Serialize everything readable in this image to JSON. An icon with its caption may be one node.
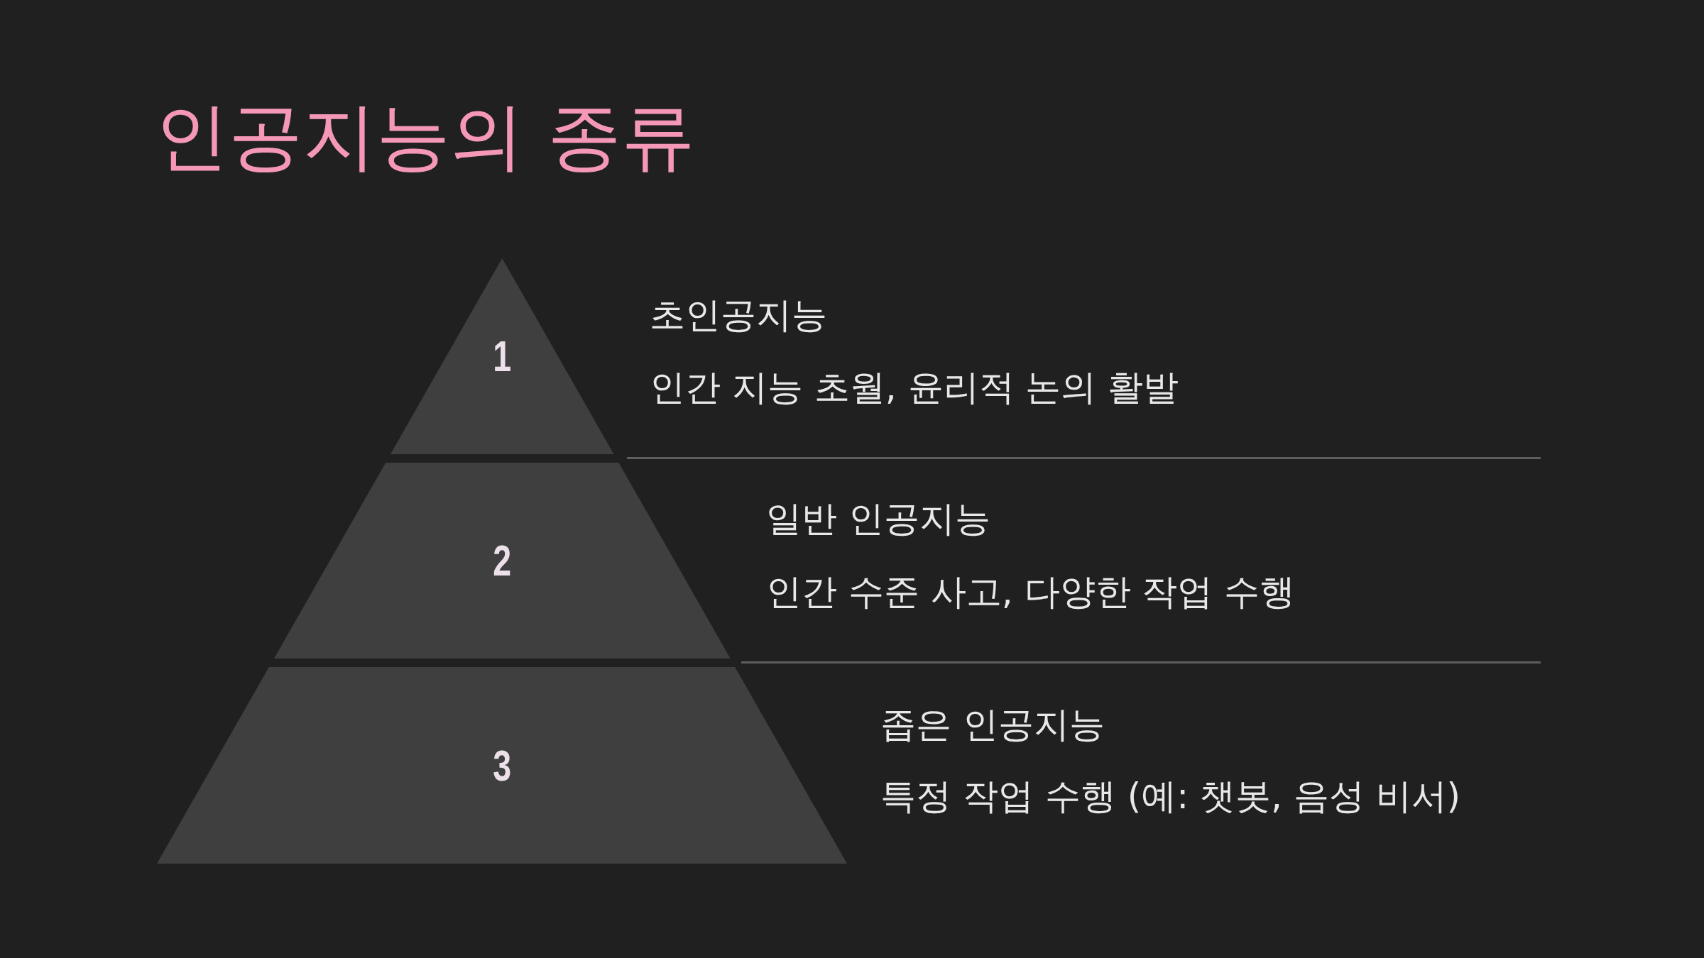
{
  "diagram": {
    "title": "인공지능의 종류",
    "nodes": [
      {
        "text": [
          "1"
        ],
        "beside": [
          "초인공지능",
          "인간 지능 초월, 윤리적 논의 활발"
        ]
      },
      {
        "text": [
          "2"
        ],
        "beside": [
          "일반 인공지능",
          "인간 수준 사고, 다양한 작업 수행"
        ]
      },
      {
        "text": [
          "3"
        ],
        "beside": [
          "좁은 인공지능",
          "특정 작업 수행 (예: 챗봇, 음성 비서)"
        ]
      }
    ]
  }
}
